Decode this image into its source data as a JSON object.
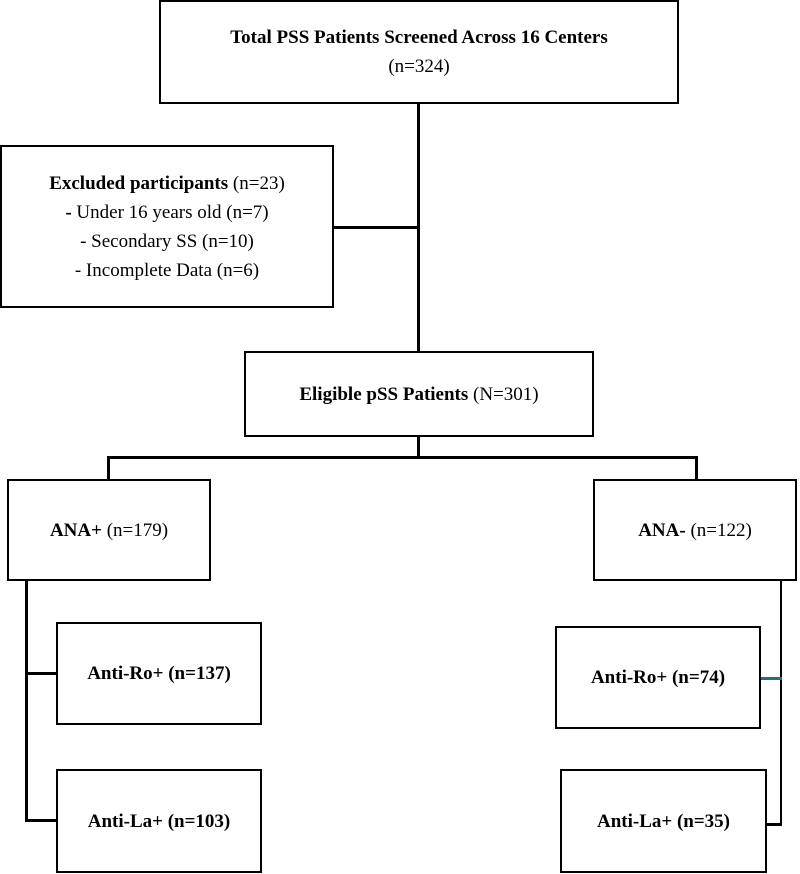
{
  "top": {
    "title": "Total PSS Patients Screened Across 16 Centers",
    "count": "(n=324)"
  },
  "excluded": {
    "title": "Excluded participants",
    "count": " (n=23)",
    "bullet1_dash": "- ",
    "bullet1": "Under 16 years old (n=7)",
    "bullet2": "- Secondary SS (n=10)",
    "bullet3": "- Incomplete Data (n=6)"
  },
  "eligible": {
    "title": "Eligible pSS Patients",
    "count": " (N=301)"
  },
  "ana_pos": {
    "title": "ANA+",
    "count": " (n=179)"
  },
  "ana_neg": {
    "title": "ANA-",
    "count": " (n=122)"
  },
  "ana_pos_ro": {
    "label": "Anti-Ro+ (n=137)"
  },
  "ana_pos_la": {
    "label": "Anti-La+ (n=103)"
  },
  "ana_neg_ro": {
    "label": "Anti-Ro+ (n=74)"
  },
  "ana_neg_la": {
    "label": "Anti-La+ (n=35)"
  },
  "colors": {
    "line": "#000000",
    "accent_connector": "#2a6b80"
  }
}
